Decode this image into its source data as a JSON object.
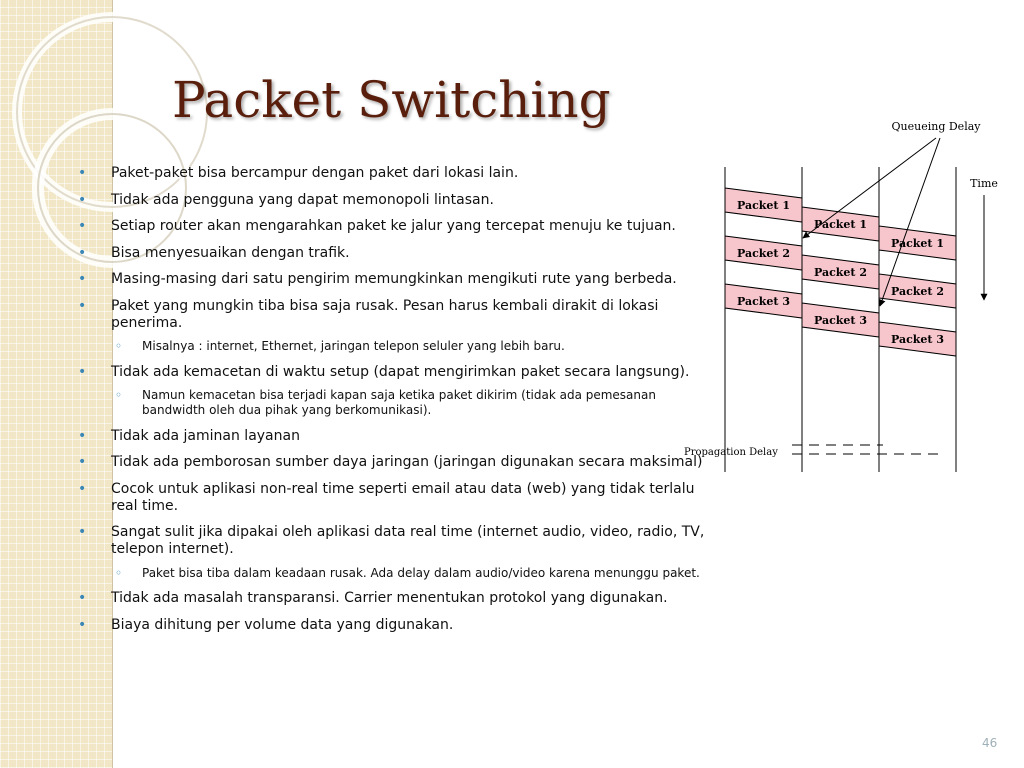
{
  "slide": {
    "title": "Packet Switching",
    "page_number": "46",
    "bullets": [
      {
        "level": 1,
        "text": "Paket-paket bisa bercampur dengan paket dari lokasi lain."
      },
      {
        "level": 1,
        "text": "Tidak ada pengguna yang dapat memonopoli lintasan."
      },
      {
        "level": 1,
        "text": "Setiap router akan mengarahkan paket ke jalur yang tercepat menuju ke tujuan."
      },
      {
        "level": 1,
        "text": "Bisa menyesuaikan dengan trafik."
      },
      {
        "level": 1,
        "text": "Masing-masing dari satu pengirim memungkinkan mengikuti rute yang berbeda."
      },
      {
        "level": 1,
        "text": "Paket yang mungkin tiba bisa saja rusak. Pesan harus kembali dirakit di lokasi penerima."
      },
      {
        "level": 2,
        "text": "Misalnya : internet, Ethernet, jaringan telepon seluler yang lebih baru."
      },
      {
        "level": 1,
        "text": "Tidak ada kemacetan di waktu setup (dapat mengirimkan paket secara langsung)."
      },
      {
        "level": 2,
        "text": "Namun kemacetan bisa terjadi kapan saja ketika paket dikirim (tidak ada pemesanan bandwidth oleh dua pihak yang berkomunikasi)."
      },
      {
        "level": 1,
        "text": "Tidak ada jaminan layanan"
      },
      {
        "level": 1,
        "text": "Tidak ada pemborosan sumber daya jaringan (jaringan digunakan secara maksimal)"
      },
      {
        "level": 1,
        "text": "Cocok untuk aplikasi non-real time seperti email atau data (web) yang tidak terlalu real time."
      },
      {
        "level": 1,
        "text": "Sangat sulit jika dipakai oleh aplikasi data real time (internet audio, video, radio, TV, telepon internet)."
      },
      {
        "level": 2,
        "text": "Paket bisa tiba dalam keadaan rusak. Ada delay dalam audio/video karena menunggu paket."
      },
      {
        "level": 1,
        "text": "Tidak ada masalah transparansi. Carrier menentukan protokol yang digunakan."
      },
      {
        "level": 1,
        "text": "Biaya dihitung per volume data yang digunakan."
      }
    ]
  },
  "diagram": {
    "labels": {
      "queueing_delay": "Queueing Delay",
      "time": "Time",
      "propagation_delay": "Propagation Delay"
    },
    "packet_fill": "#f7c6cc",
    "packets": [
      {
        "label": "Packet 1",
        "hop": 0,
        "slot": 0
      },
      {
        "label": "Packet 2",
        "hop": 0,
        "slot": 1
      },
      {
        "label": "Packet 3",
        "hop": 0,
        "slot": 2
      },
      {
        "label": "Packet 1",
        "hop": 1,
        "slot": 0
      },
      {
        "label": "Packet 2",
        "hop": 1,
        "slot": 1
      },
      {
        "label": "Packet 3",
        "hop": 1,
        "slot": 2
      },
      {
        "label": "Packet 1",
        "hop": 2,
        "slot": 0
      },
      {
        "label": "Packet 2",
        "hop": 2,
        "slot": 1
      },
      {
        "label": "Packet 3",
        "hop": 2,
        "slot": 2
      }
    ]
  }
}
